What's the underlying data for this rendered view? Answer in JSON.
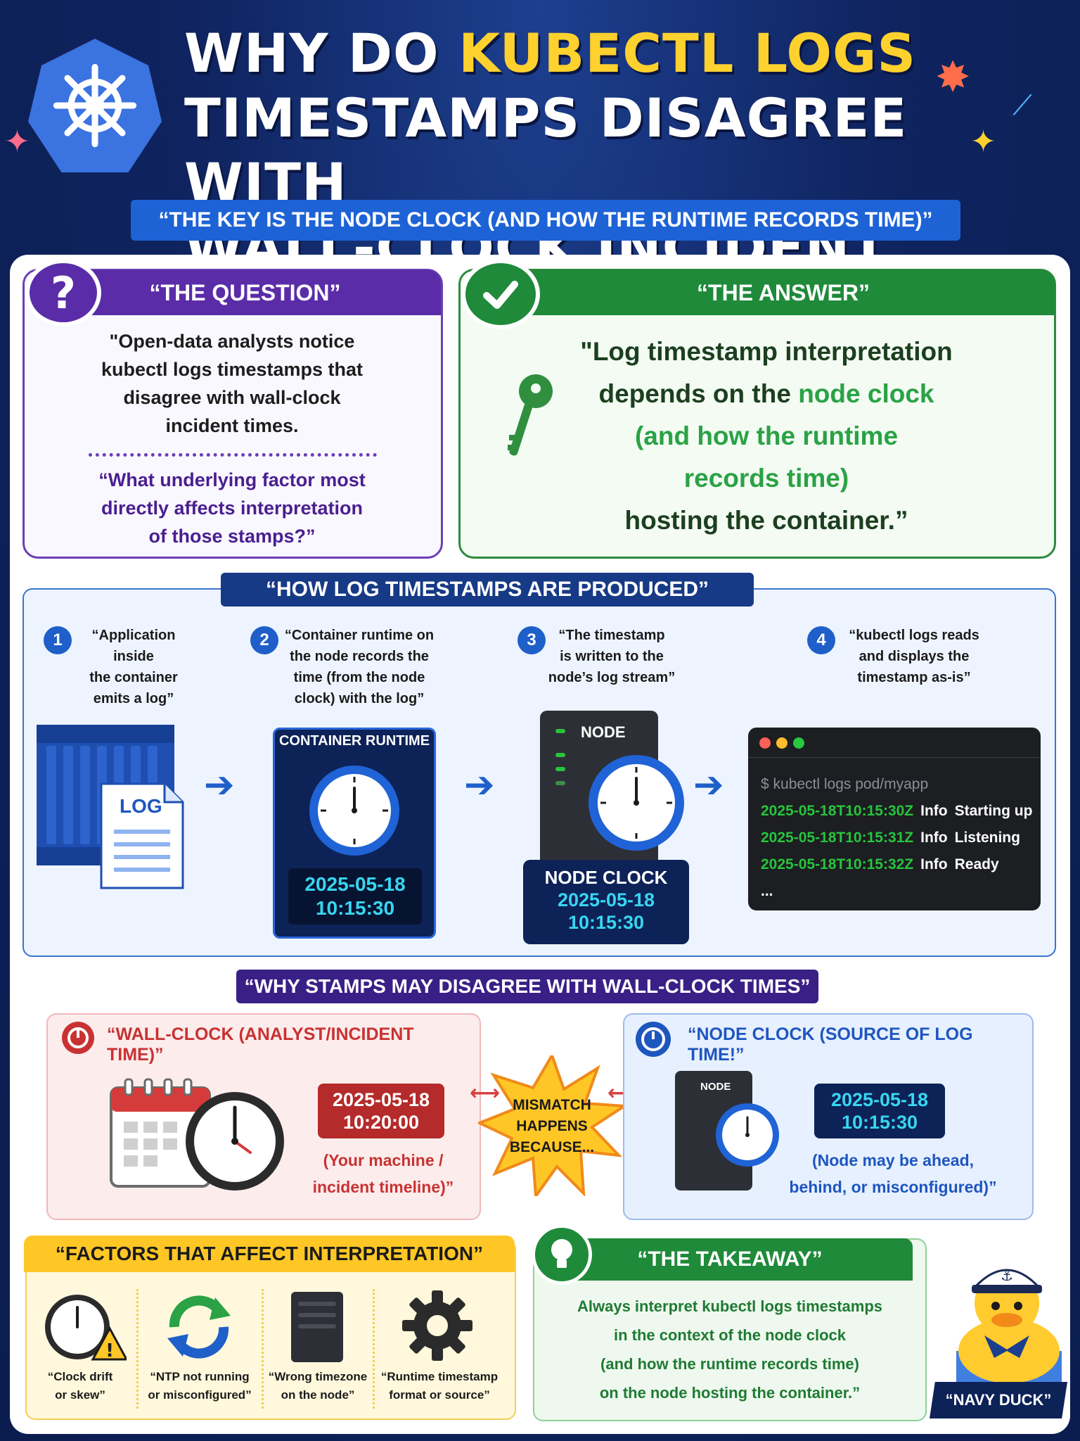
{
  "header": {
    "title_line1_pre": "WHY DO ",
    "title_line1_hl": "KUBECTL LOGS",
    "title_line2": "TIMESTAMPS DISAGREE WITH",
    "title_line3": "WALL-CLOCK INCIDENT TIMES?",
    "subtitle": "“THE KEY IS THE NODE CLOCK (AND HOW THE RUNTIME RECORDS TIME)”",
    "logo_icon": "helm-wheel-icon"
  },
  "question": {
    "heading": "“THE QUESTION”",
    "icon": "question-mark-icon",
    "body": [
      "\"Open-data analysts notice",
      "kubectl logs timestamps that",
      "disagree with wall-clock",
      "incident times."
    ],
    "sub": [
      "“What underlying factor most",
      "directly affects interpretation",
      "of those stamps?”"
    ]
  },
  "answer": {
    "heading": "“THE ANSWER”",
    "icon": "check-icon",
    "line1": "\"Log timestamp interpretation",
    "line2_pre": "depends on the ",
    "line2_hl": "node clock",
    "line3": "(and how the runtime",
    "line4": "records time)",
    "line5": "hosting the container.”"
  },
  "flow": {
    "heading": "“HOW LOG TIMESTAMPS ARE PRODUCED”",
    "steps": [
      {
        "num": "1",
        "lines": [
          "“Application inside",
          "the container",
          "emits a log”"
        ]
      },
      {
        "num": "2",
        "lines": [
          "“Container runtime on",
          "the node records the",
          "time (from the node",
          "clock) with the log”"
        ]
      },
      {
        "num": "3",
        "lines": [
          "“The timestamp",
          "is written to the",
          "node’s log stream”"
        ]
      },
      {
        "num": "4",
        "lines": [
          "“kubectl logs reads",
          "and displays the",
          "timestamp as-is”"
        ]
      }
    ],
    "log_doc_label": "LOG",
    "runtime_label": "CONTAINER RUNTIME",
    "runtime_date": "2025-05-18",
    "runtime_time": "10:15:30",
    "node_label": "NODE",
    "node_clock_label": "NODE CLOCK",
    "node_date": "2025-05-18",
    "node_time": "10:15:30",
    "terminal": {
      "command": "$ kubectl logs pod/myapp",
      "lines": [
        {
          "ts": "2025-05-18T10:15:30Z",
          "level": "Info",
          "msg": "Starting up"
        },
        {
          "ts": "2025-05-18T10:15:31Z",
          "level": "Info",
          "msg": "Listening"
        },
        {
          "ts": "2025-05-18T10:15:32Z",
          "level": "Info",
          "msg": "Ready"
        }
      ],
      "ellipsis": "..."
    }
  },
  "mismatch": {
    "heading": "“WHY STAMPS MAY DISAGREE WITH WALL-CLOCK TIMES”",
    "wall_heading": "“WALL-CLOCK (ANALYST/INCIDENT TIME)”",
    "wall_date": "2025-05-18",
    "wall_time": "10:20:00",
    "wall_note": [
      "(Your machine /",
      "incident timeline)”"
    ],
    "burst": [
      "MISMATCH",
      "HAPPENS",
      "BECAUSE..."
    ],
    "node_heading": "“NODE CLOCK (SOURCE OF LOG TIME!”",
    "node_mini_label": "NODE",
    "node_date": "2025-05-18",
    "node_time": "10:15:30",
    "node_note": [
      "(Node may be ahead,",
      "behind, or misconfigured)”"
    ]
  },
  "factors": {
    "heading": "“FACTORS THAT AFFECT INTERPRETATION”",
    "items": [
      {
        "icon": "clock-warning-icon",
        "lines": [
          "“Clock drift",
          "or skew”"
        ]
      },
      {
        "icon": "sync-icon",
        "lines": [
          "“NTP not running",
          "or misconfigured”"
        ]
      },
      {
        "icon": "server-icon",
        "lines": [
          "“Wrong timezone",
          "on the node”"
        ]
      },
      {
        "icon": "gear-icon",
        "lines": [
          "“Runtime timestamp",
          "format or source”"
        ]
      }
    ]
  },
  "takeaway": {
    "heading": "“THE TAKEAWAY”",
    "icon": "lightbulb-icon",
    "lines": [
      "Always interpret kubectl logs timestamps",
      "in the context of the node clock",
      "(and how the runtime records time)",
      "on the node hosting the container.”"
    ]
  },
  "mascot": {
    "label": "“NAVY DUCK”",
    "icon": "duck-mascot-icon"
  },
  "colors": {
    "brand_blue": "#1e5fc9",
    "purple": "#5a2ca8",
    "green": "#1f8a3a",
    "red": "#b52a2a",
    "yellow": "#ffc726",
    "navy": "#0d2257",
    "cyan": "#37d6f0"
  }
}
